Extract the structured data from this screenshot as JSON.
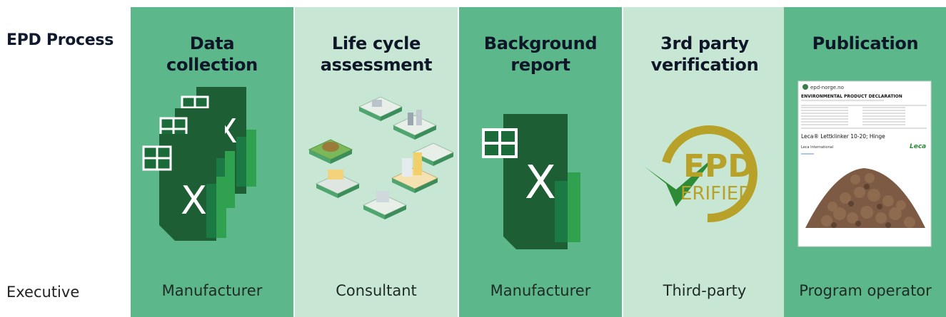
{
  "row_labels": {
    "process": "EPD Process",
    "executive": "Executive"
  },
  "steps": [
    {
      "title": "Data collection",
      "title_line1": "Data",
      "title_line2": "collection",
      "executive": "Manufacturer",
      "icon": "excel-stack-icon"
    },
    {
      "title": "Life cycle assessment",
      "title_line1": "Life cycle",
      "title_line2": "assessment",
      "executive": "Consultant",
      "icon": "isometric-city-icon"
    },
    {
      "title": "Background report",
      "title_line1": "Background",
      "title_line2": "report",
      "executive": "Manufacturer",
      "icon": "excel-icon"
    },
    {
      "title": "3rd party verification",
      "title_line1": "3rd party",
      "title_line2": "verification",
      "executive": "Third-party",
      "icon": "epd-verified-badge-icon",
      "badge_text_1": "EPD",
      "badge_text_2": "ERIFIED"
    },
    {
      "title": "Publication",
      "title_line1": "Publication",
      "title_line2": "",
      "executive": "Program operator",
      "icon": "epd-document-icon",
      "document": {
        "brand": "epd-norge.no",
        "heading": "ENVIRONMENTAL PRODUCT DECLARATION",
        "product": "Leca® Lettklinker 10-20; Hinge",
        "company": "Leca International",
        "logo": "Leca"
      }
    }
  ],
  "colors": {
    "dark_column": "#5cb88a",
    "light_column": "#c7e7d4",
    "excel_dark": "#1e5e34",
    "excel_mid": "#1b7a43",
    "excel_light": "#2fa14f",
    "badge_gold": "#b8a128",
    "badge_green": "#2d8a36"
  }
}
